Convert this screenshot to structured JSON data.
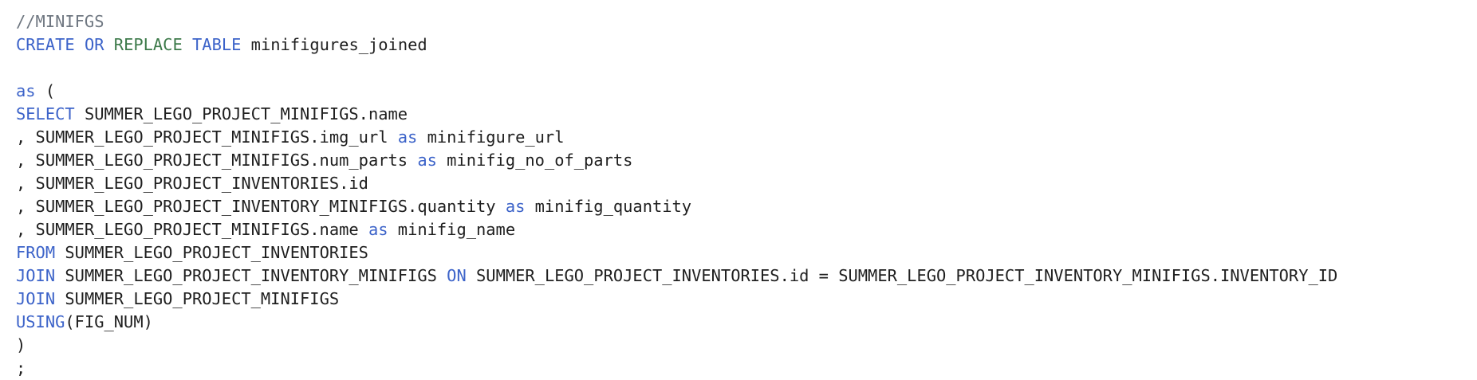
{
  "editor": {
    "colors": {
      "background": "#ffffff",
      "text": "#1f1f1f",
      "keyword": "#3c63c9",
      "function": "#3d7a4a",
      "comment": "#6f7781"
    },
    "lines": [
      [
        {
          "type": "comment",
          "text": "//MINIFGS"
        }
      ],
      [
        {
          "type": "keyword",
          "text": "CREATE"
        },
        {
          "type": "text",
          "text": " "
        },
        {
          "type": "keyword",
          "text": "OR"
        },
        {
          "type": "text",
          "text": " "
        },
        {
          "type": "function",
          "text": "REPLACE"
        },
        {
          "type": "text",
          "text": " "
        },
        {
          "type": "keyword",
          "text": "TABLE"
        },
        {
          "type": "text",
          "text": " minifigures_joined"
        }
      ],
      [],
      [
        {
          "type": "keyword",
          "text": "as"
        },
        {
          "type": "text",
          "text": " ("
        }
      ],
      [
        {
          "type": "keyword",
          "text": "SELECT"
        },
        {
          "type": "text",
          "text": " SUMMER_LEGO_PROJECT_MINIFIGS.name"
        }
      ],
      [
        {
          "type": "text",
          "text": ", SUMMER_LEGO_PROJECT_MINIFIGS.img_url "
        },
        {
          "type": "keyword",
          "text": "as"
        },
        {
          "type": "text",
          "text": " minifigure_url"
        }
      ],
      [
        {
          "type": "text",
          "text": ", SUMMER_LEGO_PROJECT_MINIFIGS.num_parts "
        },
        {
          "type": "keyword",
          "text": "as"
        },
        {
          "type": "text",
          "text": " minifig_no_of_parts"
        }
      ],
      [
        {
          "type": "text",
          "text": ", SUMMER_LEGO_PROJECT_INVENTORIES.id"
        }
      ],
      [
        {
          "type": "text",
          "text": ", SUMMER_LEGO_PROJECT_INVENTORY_MINIFIGS.quantity "
        },
        {
          "type": "keyword",
          "text": "as"
        },
        {
          "type": "text",
          "text": " minifig_quantity"
        }
      ],
      [
        {
          "type": "text",
          "text": ", SUMMER_LEGO_PROJECT_MINIFIGS.name "
        },
        {
          "type": "keyword",
          "text": "as"
        },
        {
          "type": "text",
          "text": " minifig_name"
        }
      ],
      [
        {
          "type": "keyword",
          "text": "FROM"
        },
        {
          "type": "text",
          "text": " SUMMER_LEGO_PROJECT_INVENTORIES"
        }
      ],
      [
        {
          "type": "keyword",
          "text": "JOIN"
        },
        {
          "type": "text",
          "text": " SUMMER_LEGO_PROJECT_INVENTORY_MINIFIGS "
        },
        {
          "type": "keyword",
          "text": "ON"
        },
        {
          "type": "text",
          "text": " SUMMER_LEGO_PROJECT_INVENTORIES.id = SUMMER_LEGO_PROJECT_INVENTORY_MINIFIGS.INVENTORY_ID"
        }
      ],
      [
        {
          "type": "keyword",
          "text": "JOIN"
        },
        {
          "type": "text",
          "text": " SUMMER_LEGO_PROJECT_MINIFIGS"
        }
      ],
      [
        {
          "type": "keyword",
          "text": "USING"
        },
        {
          "type": "text",
          "text": "(FIG_NUM)"
        }
      ],
      [
        {
          "type": "text",
          "text": ")"
        }
      ],
      [
        {
          "type": "text",
          "text": ";"
        }
      ]
    ]
  }
}
